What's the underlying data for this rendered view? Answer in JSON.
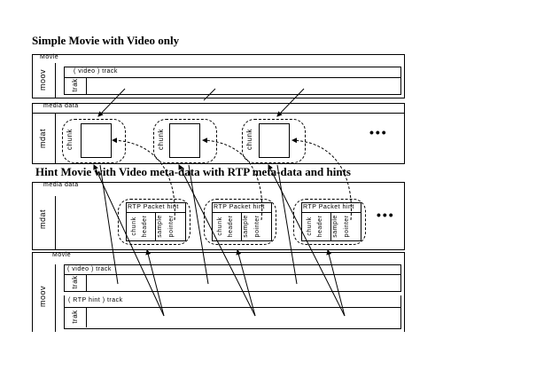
{
  "top": {
    "title": "Simple Movie   with   Video only",
    "movie_box": {
      "label": "Movie",
      "side_label": "moov",
      "track": {
        "label": "( video ) track",
        "side_label": "trak"
      }
    },
    "mdat_box": {
      "label": "media data",
      "side_label": "mdat",
      "chunks": [
        {
          "label": "chunk"
        },
        {
          "label": "chunk"
        },
        {
          "label": "chunk"
        }
      ],
      "ellipsis": "•••"
    }
  },
  "bottom": {
    "title": "Hint Movie  with Video  meta-data with RTP   meta-data and hints",
    "mdat_box": {
      "label": "media data",
      "side_label": "mdat",
      "hints": [
        {
          "title": "RTP Packet hint",
          "cols": [
            "chunk",
            "header",
            "sample",
            "pointer"
          ]
        },
        {
          "title": "RTP Packet hint",
          "cols": [
            "chunk",
            "header",
            "sample",
            "pointer"
          ]
        },
        {
          "title": "RTP Packet hint",
          "cols": [
            "chunk",
            "header",
            "sample",
            "pointer"
          ]
        }
      ],
      "ellipsis": "•••"
    },
    "movie_box": {
      "label": "Movie",
      "side_label": "moov",
      "tracks": [
        {
          "label": "( video ) track",
          "side_label": "trak"
        },
        {
          "label": "( RTP hint ) track",
          "side_label": "trak"
        }
      ]
    }
  }
}
